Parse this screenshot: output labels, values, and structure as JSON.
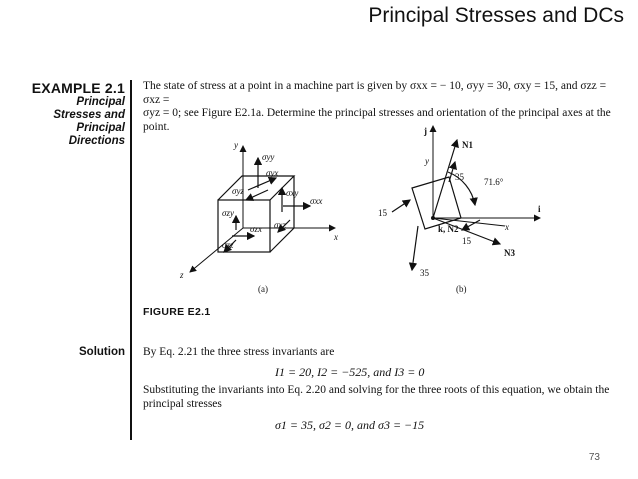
{
  "slide": {
    "title": "Principal Stresses and DCs",
    "page_number": "73"
  },
  "example": {
    "label": "EXAMPLE 2.1",
    "subtitle_lines": [
      "Principal",
      "Stresses and",
      "Principal",
      "Directions"
    ]
  },
  "problem_text": {
    "line1": "The state of stress at a point in a machine part is given by σxx = − 10, σyy = 30, σxy = 15, and σzz = σxz =",
    "line2": "σyz = 0; see Figure E2.1a. Determine the principal stresses and orientation of the principal axes at the point."
  },
  "figure": {
    "caption": "FIGURE E2.1",
    "panel_a": {
      "label": "(a)",
      "axis_labels": [
        "x",
        "y",
        "z"
      ],
      "stress_labels": [
        "σyy",
        "σyx",
        "σyz",
        "σxy",
        "σxx",
        "σxz",
        "σzy",
        "σzx",
        "σzz"
      ]
    },
    "panel_b": {
      "label": "(b)",
      "axis_labels": [
        "j",
        "i",
        "x",
        "y"
      ],
      "point_label": "k, N2",
      "normals": [
        "N1",
        "N3"
      ],
      "angle": "71.6°",
      "values": [
        "35",
        "35",
        "15",
        "15"
      ]
    }
  },
  "solution": {
    "label": "Solution",
    "intro": "By Eq. 2.21 the three stress invariants are",
    "invariants": "I1 = 20,   I2 = −525,   and   I3 = 0",
    "para_line1": "Substituting the invariants into Eq. 2.20 and solving for the three roots of this equation, we obtain the",
    "para_line2": "principal stresses",
    "principal": "σ1 = 35,   σ2 = 0,   and   σ3 = −15"
  }
}
